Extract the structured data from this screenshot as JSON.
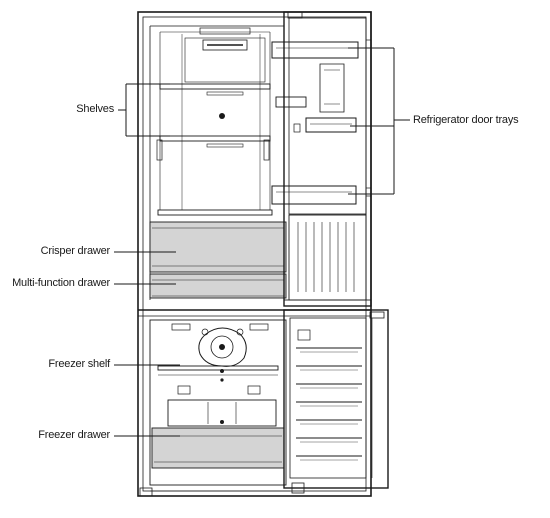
{
  "labels": {
    "shelves": "Shelves",
    "door_trays": "Refrigerator door trays",
    "crisper": "Crisper drawer",
    "multifunction": "Multi-function drawer",
    "freezer_shelf": "Freezer shelf",
    "freezer_drawer": "Freezer drawer"
  },
  "colors": {
    "line": "#1a1a1a",
    "drawer_fill": "#d4d4d4",
    "background": "#ffffff"
  }
}
